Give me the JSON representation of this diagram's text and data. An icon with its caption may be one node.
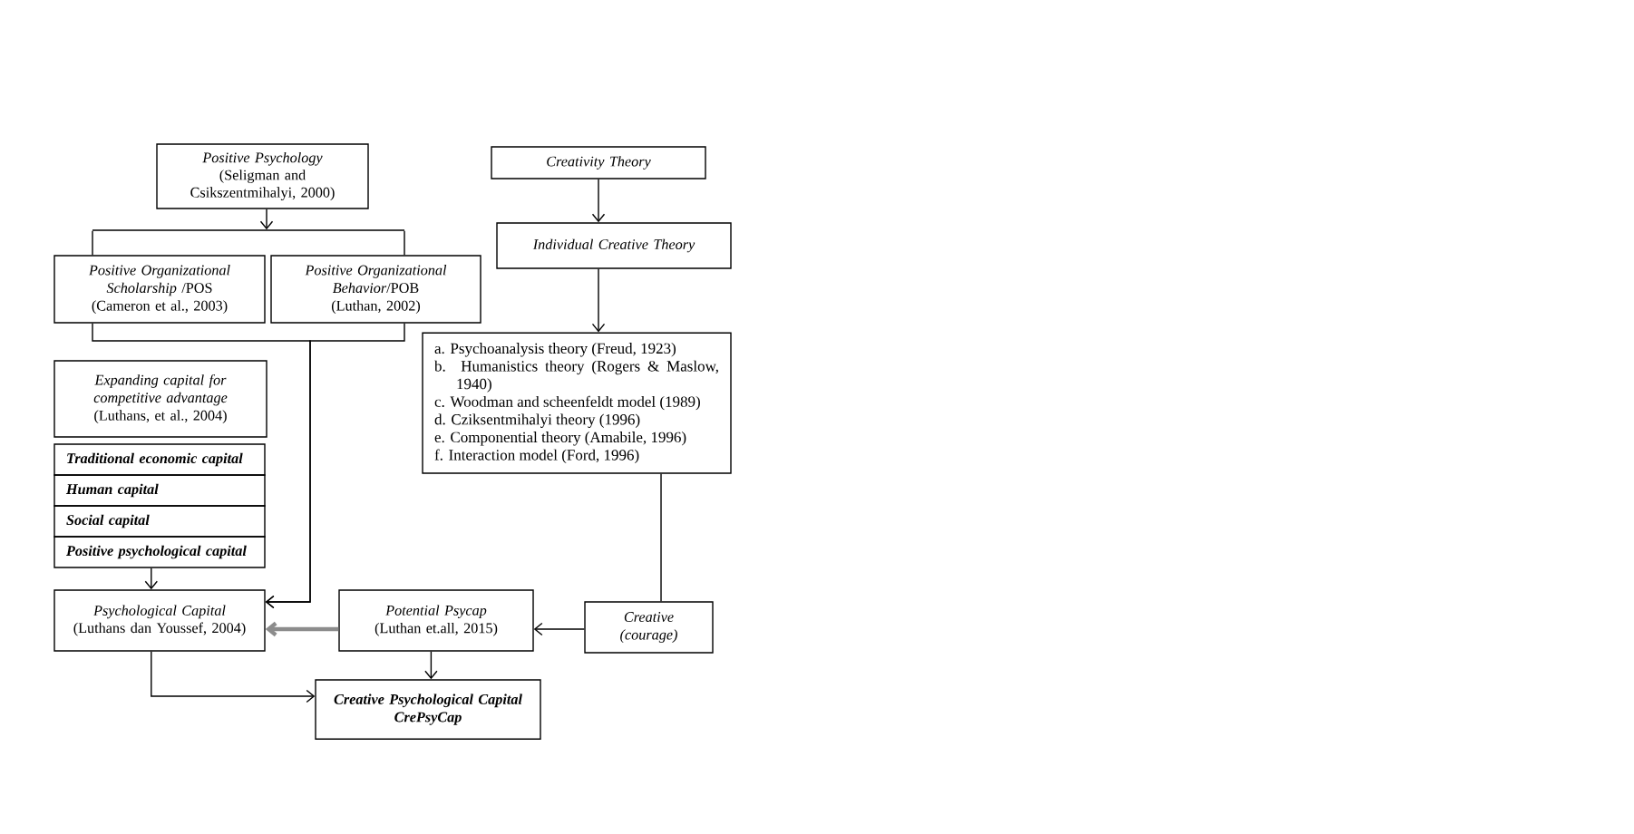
{
  "diagram": {
    "nodes": [
      {
        "text": [
          "Positive Psychology",
          "(Seligman and Csikszentmihalyi, 2000)"
        ]
      },
      {
        "text": [
          "Creativity Theory"
        ]
      },
      {
        "text": [
          "Individual Creative Theory"
        ]
      },
      {
        "text": [],
        "shape": "bar"
      },
      {
        "text": [
          "*Positive Organizational Scholarship* /POS",
          "(Cameron et al., 2003)"
        ]
      },
      {
        "text": [
          "*Positive Organizational Behavior*/POB",
          "(Luthan, 2002)"
        ]
      },
      {
        "text": [
          "a. Psychoanalysis theory (Freud, 1923)",
          "b. Humanistics theory (Rogers & Maslow, 1940)",
          "c. Woodman and scheenfeldt model (1989)",
          "d. Cziksentmihalyi theory (1996)",
          "e. Componential theory (Amabile, 1996)",
          "f. Interaction model (Ford, 1996)"
        ]
      },
      {
        "text": [
          "Expanding capital for competitive advantage",
          "(Luthans, et al., 2004)"
        ]
      },
      {
        "text": [
          "Traditional economic capital"
        ]
      },
      {
        "text": [
          "Human capital"
        ]
      },
      {
        "text": [
          "Social capital"
        ]
      },
      {
        "text": [
          "Positive psychological capital"
        ]
      },
      {
        "text": [
          "Psychological Capital",
          "(Luthans dan Youssef, 2004)"
        ]
      },
      {
        "text": [
          "Potential Psycap",
          "(Luthan et.all, 2015)"
        ]
      },
      {
        "text": [
          "Creative (courage)"
        ]
      },
      {
        "text": [
          "Creative Psychological Capital",
          "CrePsyCap"
        ]
      }
    ],
    "edges": [
      {
        "from": 0,
        "to": 3,
        "arrow": "to"
      },
      {
        "from": 3,
        "to": 4,
        "arrow": "none"
      },
      {
        "from": 3,
        "to": 5,
        "arrow": "none"
      },
      {
        "from": 1,
        "to": 2,
        "arrow": "to"
      },
      {
        "from": 2,
        "to": 6,
        "arrow": "to"
      },
      {
        "from": 4,
        "to": 12,
        "arrow": "to"
      },
      {
        "from": 5,
        "to": 12,
        "arrow": "to"
      },
      {
        "from": 11,
        "to": 12,
        "arrow": "to"
      },
      {
        "from": 6,
        "to": 14,
        "arrow": "none"
      },
      {
        "from": 14,
        "to": 13,
        "arrow": "to"
      },
      {
        "from": 13,
        "to": 12,
        "arrow": "to",
        "style": "thick",
        "color": "#8c8c8c"
      },
      {
        "from": 13,
        "to": 15,
        "arrow": "to"
      },
      {
        "from": 12,
        "to": 15,
        "arrow": "to"
      }
    ]
  }
}
